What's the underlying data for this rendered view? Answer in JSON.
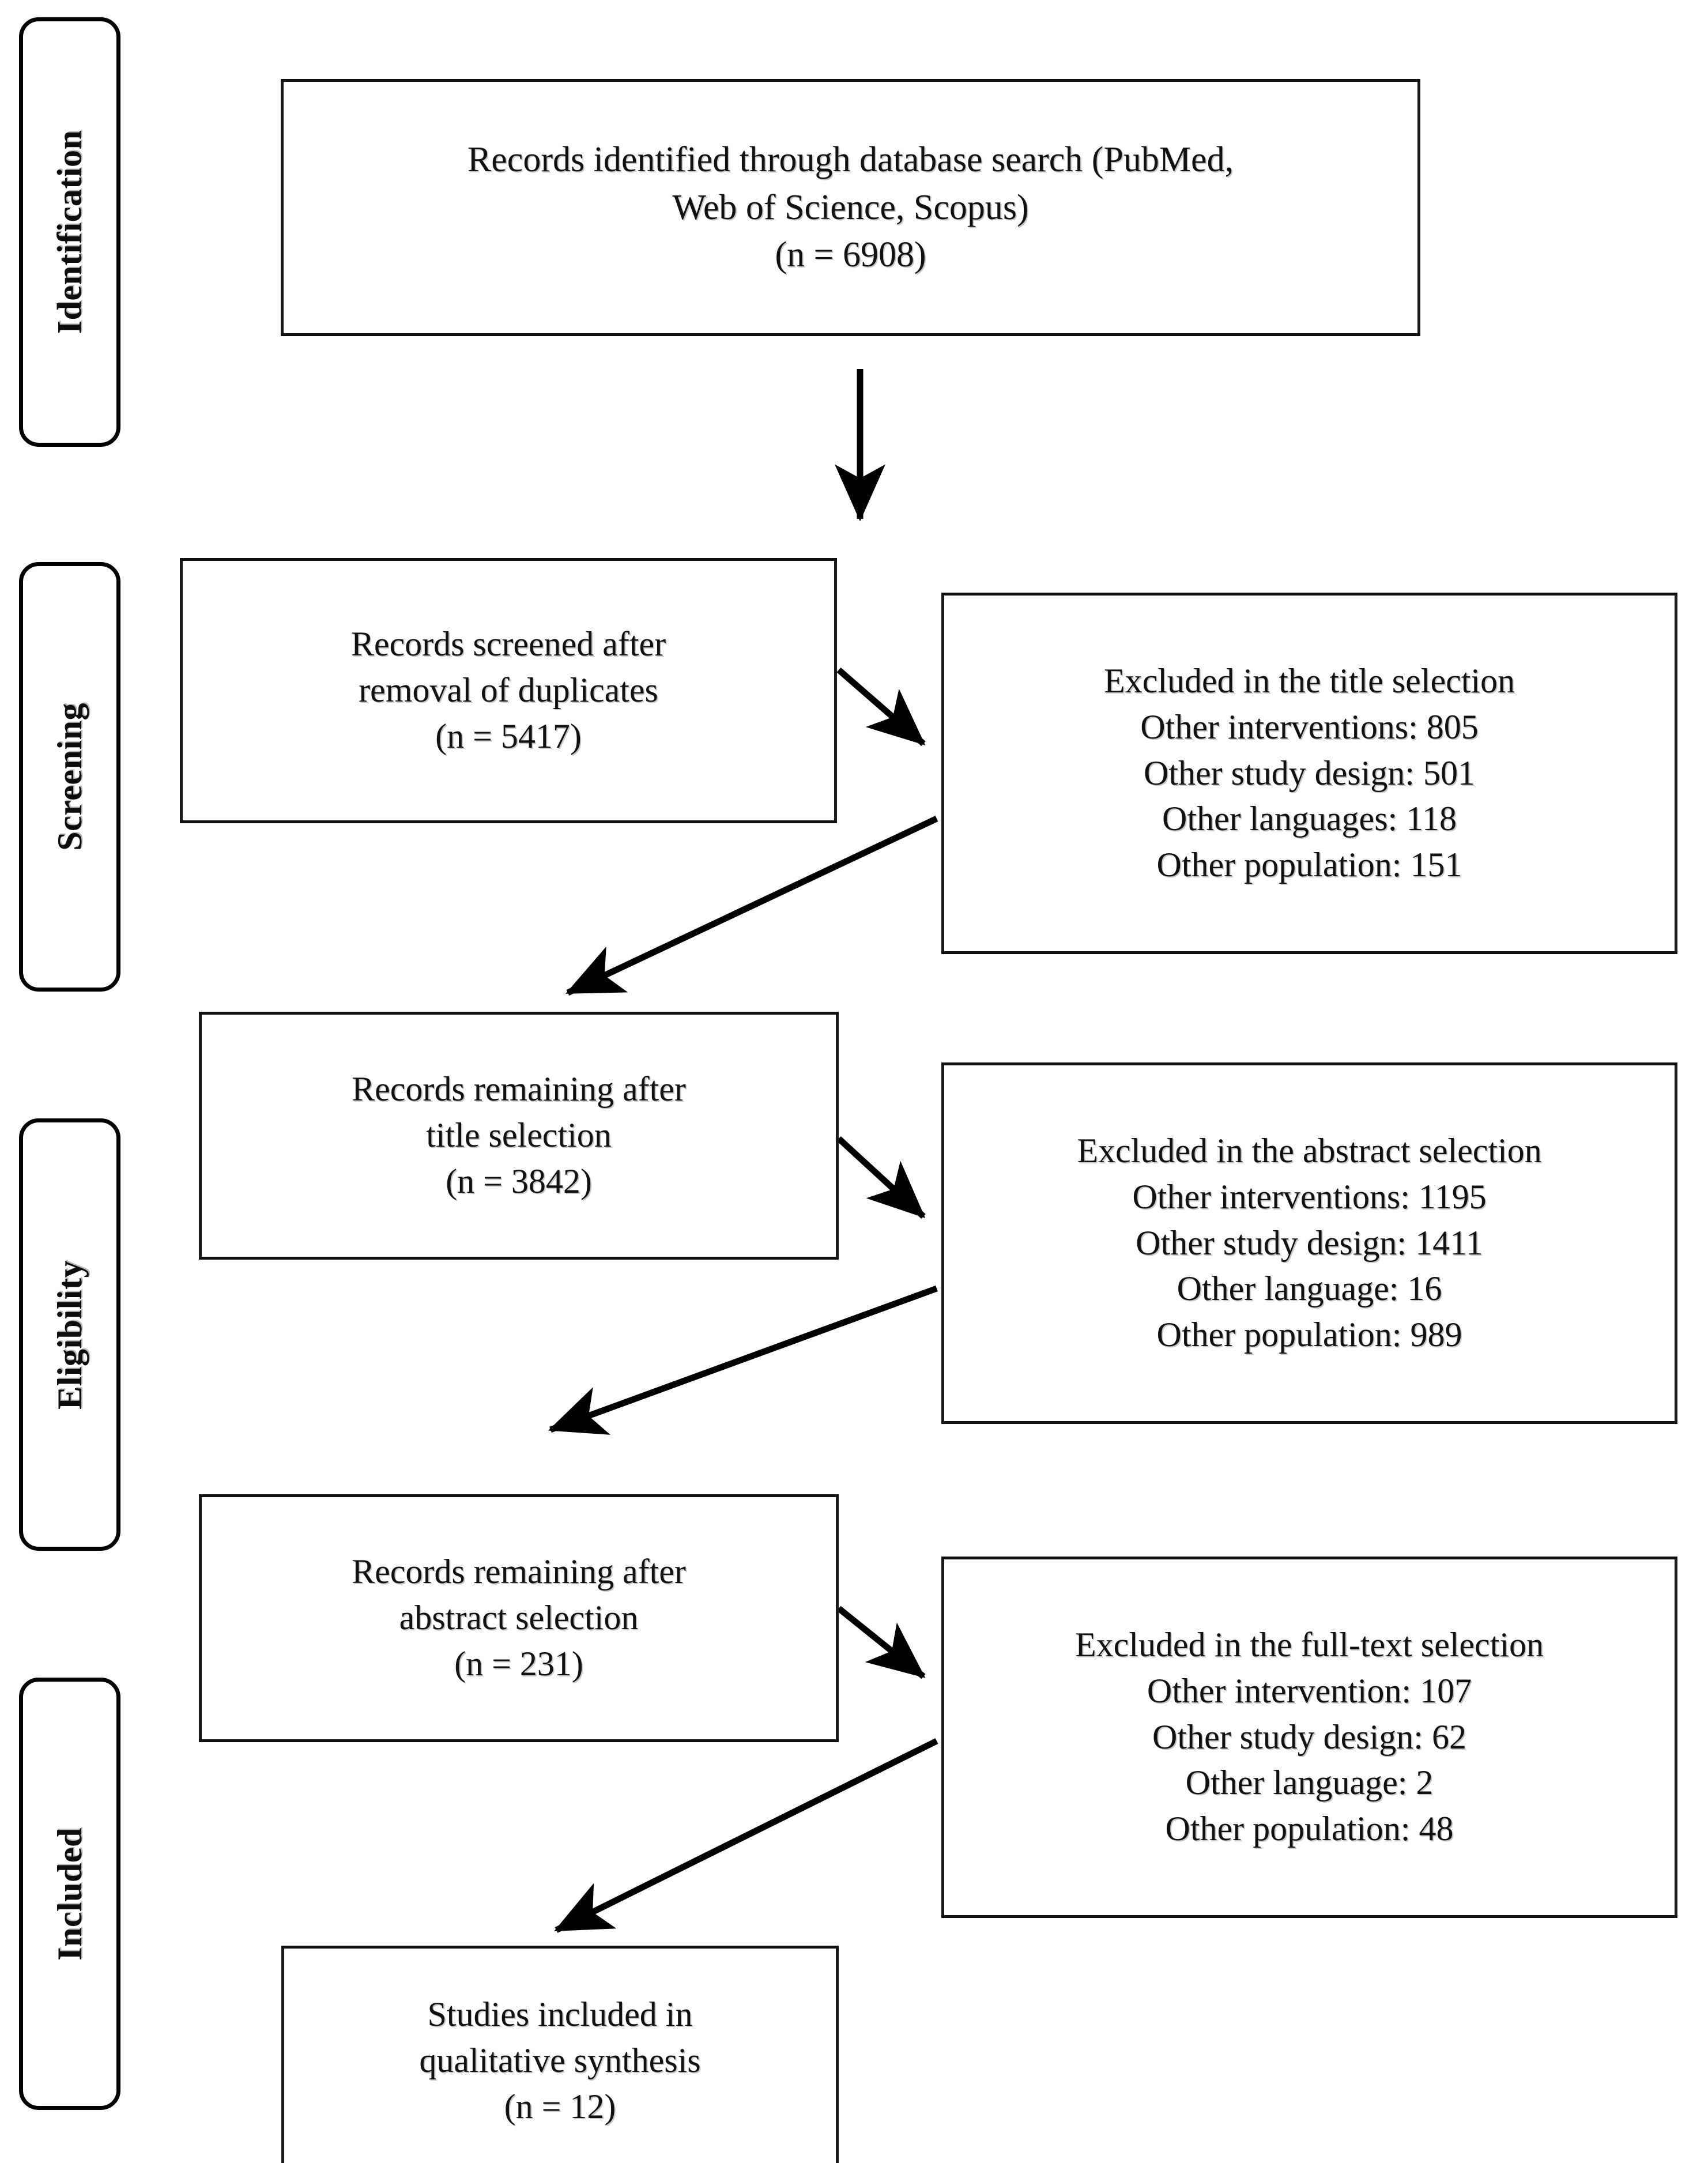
{
  "figure": {
    "type": "prisma-flow-diagram",
    "background": "#ffffff",
    "line_color": "#000000"
  },
  "stages": [
    {
      "id": "identification",
      "label": "Identification"
    },
    {
      "id": "screening",
      "label": "Screening"
    },
    {
      "id": "eligibility",
      "label": "Eligibility"
    },
    {
      "id": "included",
      "label": "Included"
    }
  ],
  "flow_boxes": [
    {
      "id": "identified",
      "lines": [
        "Records identified through database search (PubMed,",
        "Web of Science, Scopus)",
        "(n = 6908)"
      ],
      "n": 6908
    },
    {
      "id": "screened",
      "lines": [
        "Records screened after",
        "removal of duplicates",
        "(n = 5417)"
      ],
      "n": 5417
    },
    {
      "id": "after-title",
      "lines": [
        "Records remaining after",
        "title selection",
        "(n = 3842)"
      ],
      "n": 3842
    },
    {
      "id": "after-abstract",
      "lines": [
        "Records remaining after",
        "abstract selection",
        "(n = 231)"
      ],
      "n": 231
    },
    {
      "id": "included-studies",
      "lines": [
        "Studies included in",
        "qualitative synthesis",
        "(n = 12)"
      ],
      "n": 12
    }
  ],
  "exclusion_boxes": [
    {
      "id": "excluded-title",
      "lines": [
        "Excluded in the title selection",
        "Other interventions: 805",
        "Other study design: 501",
        "Other languages: 118",
        "Other population: 151"
      ],
      "reasons": [
        {
          "label": "Other interventions",
          "count": 805
        },
        {
          "label": "Other study design",
          "count": 501
        },
        {
          "label": "Other languages",
          "count": 118
        },
        {
          "label": "Other population",
          "count": 151
        }
      ]
    },
    {
      "id": "excluded-abstract",
      "lines": [
        "Excluded in the abstract selection",
        "Other interventions: 1195",
        "Other study design: 1411",
        "Other language: 16",
        "Other population: 989"
      ],
      "reasons": [
        {
          "label": "Other interventions",
          "count": 1195
        },
        {
          "label": "Other study design",
          "count": 1411
        },
        {
          "label": "Other language",
          "count": 16
        },
        {
          "label": "Other population",
          "count": 989
        }
      ]
    },
    {
      "id": "excluded-fulltext",
      "lines": [
        "Excluded in the full-text selection",
        "Other intervention: 107",
        "Other study design: 62",
        "Other language: 2",
        "Other population: 48"
      ],
      "reasons": [
        {
          "label": "Other intervention",
          "count": 107
        },
        {
          "label": "Other study design",
          "count": 62
        },
        {
          "label": "Other language",
          "count": 2
        },
        {
          "label": "Other population",
          "count": 48
        }
      ]
    }
  ],
  "connectors": [
    {
      "id": "identified-to-screened",
      "kind": "arrow",
      "direction": "down"
    },
    {
      "id": "screened-to-excluded-title",
      "kind": "arrow",
      "direction": "down-right"
    },
    {
      "id": "excluded-title-to-after-title",
      "kind": "arrow",
      "direction": "down-left"
    },
    {
      "id": "after-title-to-excluded-abstract",
      "kind": "arrow",
      "direction": "down-right"
    },
    {
      "id": "excluded-abstract-to-after-abstract",
      "kind": "arrow",
      "direction": "down-left"
    },
    {
      "id": "after-abstract-to-excluded-fulltext",
      "kind": "arrow",
      "direction": "down-right"
    },
    {
      "id": "excluded-fulltext-to-included",
      "kind": "arrow",
      "direction": "down-left"
    }
  ]
}
